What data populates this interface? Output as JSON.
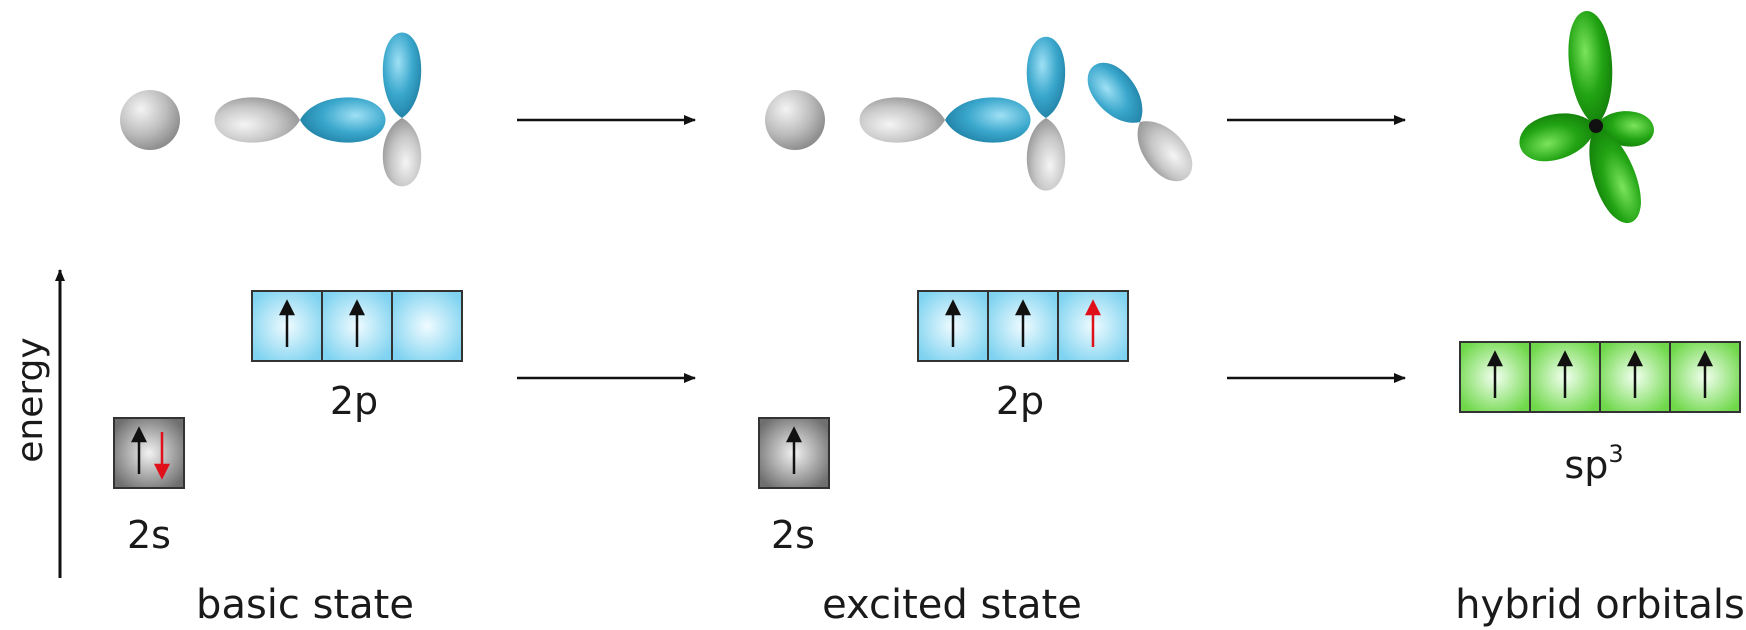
{
  "axis": {
    "label": "energy"
  },
  "panels": {
    "basic": {
      "label": "basic state",
      "s_label": "2s",
      "p_label": "2p",
      "s_electrons": [
        "up",
        "down-red"
      ],
      "p_electrons": [
        "up",
        "up",
        ""
      ]
    },
    "excited": {
      "label": "excited state",
      "s_label": "2s",
      "p_label": "2p",
      "s_electrons": [
        "up"
      ],
      "p_electrons": [
        "up",
        "up",
        "up-red"
      ]
    },
    "hybrid": {
      "label": "hybrid orbitals",
      "sp_label_base": "sp",
      "sp_label_sup": "3",
      "sp_electrons": [
        "up",
        "up",
        "up",
        "up"
      ]
    }
  },
  "colors": {
    "s_box": "#8c8c8c",
    "p_box": "#7fd3f0",
    "sp3_box": "#7ee05a",
    "p_orbital_blue": "#3aa7cc",
    "p_orbital_gray": "#c7c7c7",
    "hybrid_green": "#22a414",
    "spin_down_red": "#e0101a",
    "spin_up_red": "#e0101a"
  }
}
